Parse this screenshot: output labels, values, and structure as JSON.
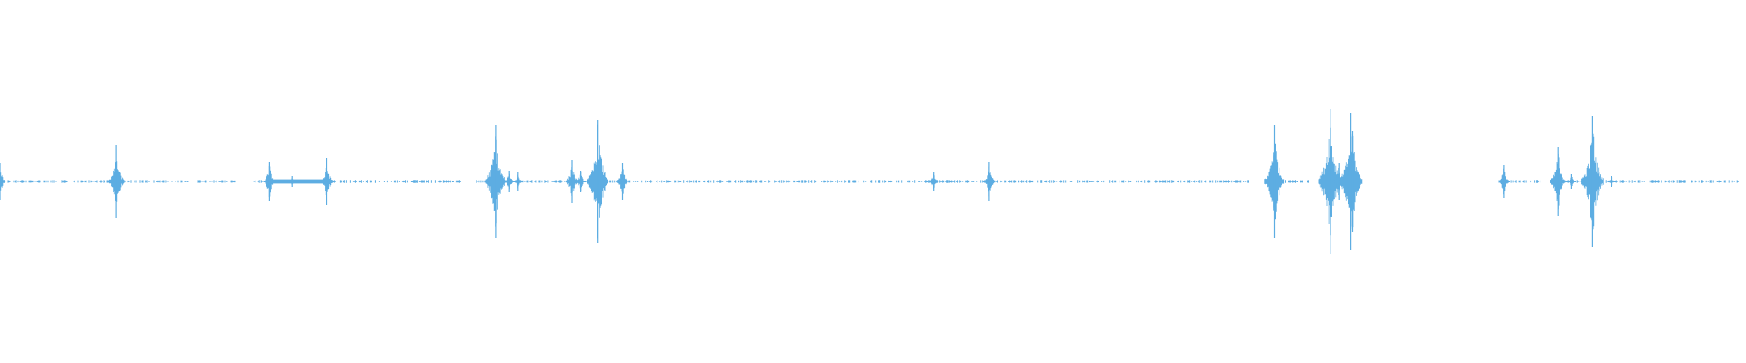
{
  "waveform": {
    "color": "#5dade2",
    "background": "#ffffff",
    "bursts": [
      {
        "t": 0.0,
        "amp": 0.1
      },
      {
        "t": 0.067,
        "amp": 0.2
      },
      {
        "t": 0.155,
        "amp": 0.11
      },
      {
        "t": 0.168,
        "amp": 0.03
      },
      {
        "t": 0.188,
        "amp": 0.13
      },
      {
        "t": 0.285,
        "amp": 0.31
      },
      {
        "t": 0.293,
        "amp": 0.06
      },
      {
        "t": 0.298,
        "amp": 0.05
      },
      {
        "t": 0.329,
        "amp": 0.12
      },
      {
        "t": 0.334,
        "amp": 0.06
      },
      {
        "t": 0.344,
        "amp": 0.34
      },
      {
        "t": 0.358,
        "amp": 0.1
      },
      {
        "t": 0.537,
        "amp": 0.05
      },
      {
        "t": 0.569,
        "amp": 0.11
      },
      {
        "t": 0.733,
        "amp": 0.31
      },
      {
        "t": 0.765,
        "amp": 0.4
      },
      {
        "t": 0.77,
        "amp": 0.1
      },
      {
        "t": 0.777,
        "amp": 0.38
      },
      {
        "t": 0.778,
        "amp": 0.28
      },
      {
        "t": 0.865,
        "amp": 0.09
      },
      {
        "t": 0.896,
        "amp": 0.19
      },
      {
        "t": 0.904,
        "amp": 0.04
      },
      {
        "t": 0.916,
        "amp": 0.36
      },
      {
        "t": 0.927,
        "amp": 0.03
      }
    ],
    "noise_segments": [
      {
        "start": 0.0,
        "end": 0.135
      },
      {
        "start": 0.146,
        "end": 0.151
      },
      {
        "start": 0.155,
        "end": 0.265
      },
      {
        "start": 0.274,
        "end": 0.283
      },
      {
        "start": 0.285,
        "end": 0.338
      },
      {
        "start": 0.344,
        "end": 0.718
      },
      {
        "start": 0.733,
        "end": 0.755
      },
      {
        "start": 0.765,
        "end": 0.78
      },
      {
        "start": 0.862,
        "end": 0.878
      },
      {
        "start": 0.88,
        "end": 0.886
      },
      {
        "start": 0.895,
        "end": 1.0
      }
    ],
    "sustained_segments": [
      {
        "start": 0.155,
        "end": 0.188,
        "amp": 0.012
      }
    ]
  }
}
